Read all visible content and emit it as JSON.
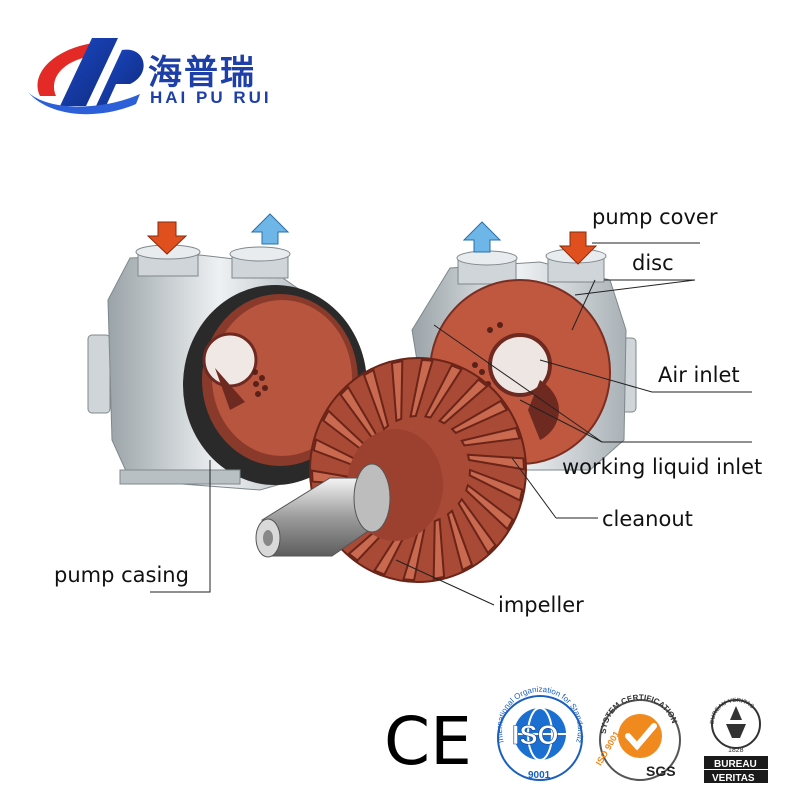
{
  "brand": {
    "name_cn": "海普瑞",
    "name_en": "HAI PU RUI",
    "color": "#1f3fa8"
  },
  "labels": {
    "pump_cover": "pump cover",
    "disc": "disc",
    "air_inlet": "Air inlet",
    "working_liquid_inlet": "working liquid inlet",
    "cleanout": "cleanout",
    "pump_casing": "pump casing",
    "impeller": "impeller"
  },
  "certifications": {
    "ce": "CE",
    "iso": "ISO",
    "iso_number": "9001",
    "iso_ring_text": "International Organization for Standardization",
    "sgs": "SGS",
    "sgs_ring_text": "SYSTEM CERTIFICATION",
    "sgs_iso": "ISO 9001",
    "bv_top": "BUREAU VERITAS",
    "bv_year": "1828",
    "bv_bottom_1": "BUREAU",
    "bv_bottom_2": "VERITAS"
  },
  "colors": {
    "rust": "#b8553f",
    "rust_dark": "#7a2e22",
    "metal": "#d8dde0",
    "arrow_in": "#e0501f",
    "arrow_out": "#6fb6e8"
  },
  "icons": [
    "logo-mark",
    "arrow-down-icon",
    "arrow-up-icon",
    "ce-mark-icon",
    "iso-globe-icon",
    "sgs-check-icon",
    "bureau-veritas-icon"
  ]
}
